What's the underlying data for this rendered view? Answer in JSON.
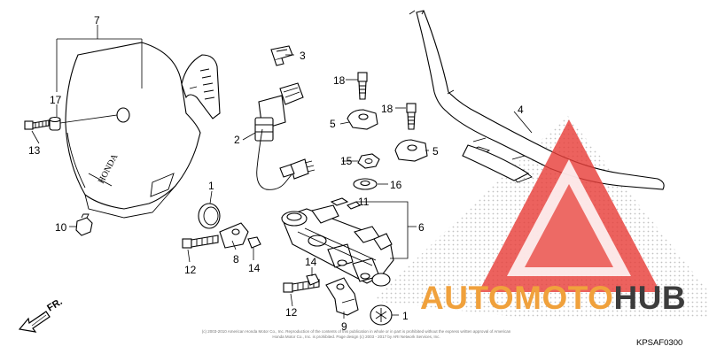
{
  "diagram": {
    "code": "KPSAF0300",
    "direction_label": "FR.",
    "brand_on_cover": "HONDA",
    "copyright": "(c) 2003-2010 American Honda Motor Co., Inc. Reproduction of the contents of this publication in whole or in part is prohibited without the express written approval of American Honda Motor Co., Inc. is prohibited. Page design (c) 2003 - 2017 by ARI Network Services, Inc.",
    "callouts": [
      "1",
      "1",
      "2",
      "3",
      "4",
      "5",
      "5",
      "6",
      "7",
      "8",
      "9",
      "10",
      "11",
      "12",
      "12",
      "13",
      "14",
      "14",
      "15",
      "16",
      "17",
      "18",
      "18"
    ]
  },
  "watermark": {
    "part_a": "AUTOMOTO",
    "part_b": "HUB",
    "color_a": "#f0a13c",
    "color_b": "#3c3c3c",
    "triangle_color": "#e8403a"
  },
  "colors": {
    "line": "#000000",
    "background": "#ffffff"
  },
  "icons": {
    "direction_arrow": "fr-arrow-icon"
  }
}
